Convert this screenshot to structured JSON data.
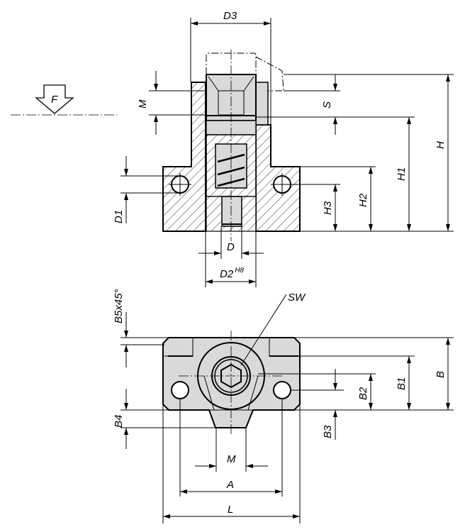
{
  "title": "Technical drawing: side section and top view with dimensions",
  "colors": {
    "part_fill": "#d9d9d9",
    "line": "#000000"
  },
  "labels": {
    "force": "F",
    "D3": "D3",
    "M_top": "M",
    "S": "S",
    "H": "H",
    "H1": "H1",
    "H2": "H2",
    "H3": "H3",
    "D1": "D1",
    "D": "D",
    "D2": "D2",
    "D2_fit": "H8",
    "SW": "SW",
    "B5": "B5x45°",
    "B4": "B4",
    "B": "B",
    "B1": "B1",
    "B2": "B2",
    "B3": "B3",
    "M_bottom": "M",
    "A": "A",
    "L": "L"
  }
}
